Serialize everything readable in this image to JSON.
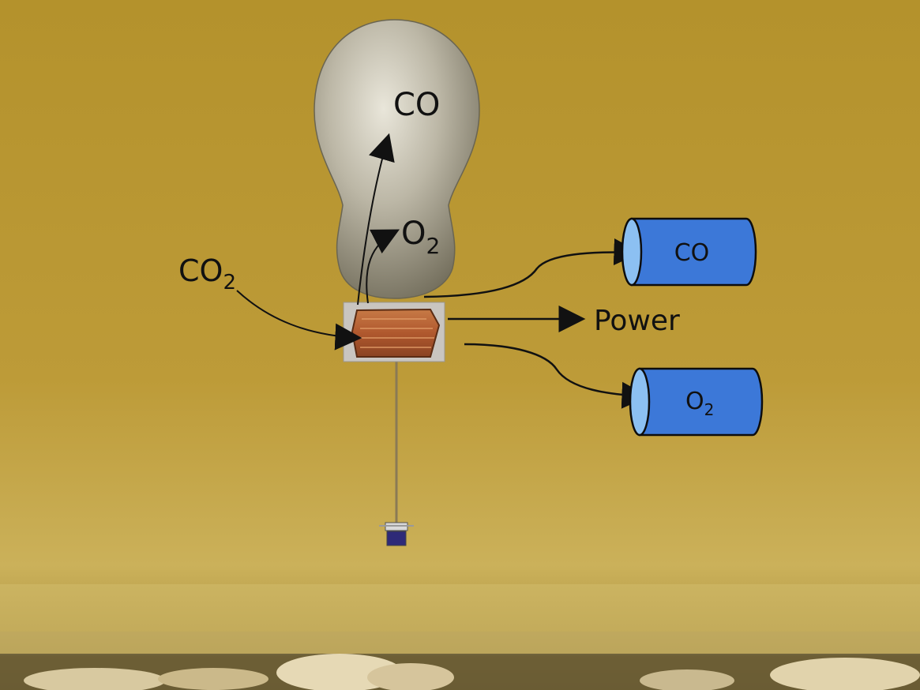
{
  "labels": {
    "co_in_balloon": "CO",
    "o2_in_balloon": {
      "base": "O",
      "sub": "2"
    },
    "co2_input": {
      "base": "CO",
      "sub": "2"
    },
    "power_output": "Power"
  },
  "tanks": {
    "co": {
      "label": "CO"
    },
    "o2": {
      "base": "O",
      "sub": "2"
    }
  },
  "colors": {
    "sky_top": "#a98a2e",
    "sky_bottom": "#c7a648",
    "balloon": "#b9b5a6",
    "tank_fill": "#3c78d8",
    "tank_cap": "#7fb2f0",
    "arrow": "#111111",
    "module": "#b5653a"
  }
}
